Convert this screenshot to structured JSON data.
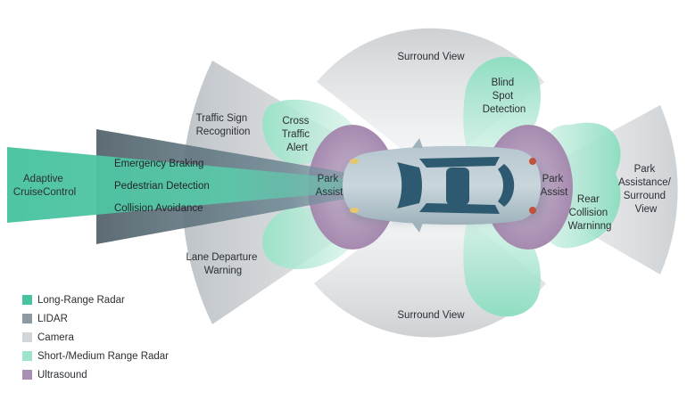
{
  "colors": {
    "long_range_radar": "#48c2a0",
    "lidar": "#5f6f78",
    "camera": "#c9ccd0",
    "short_medium_radar": "#9ee3cb",
    "ultrasound": "#a98fb3",
    "car_body": "#9fb3bd",
    "car_glass": "#2d5a70"
  },
  "labels": {
    "adaptive_cruise": [
      "Adaptive",
      "CruiseControl"
    ],
    "emergency_braking": "Emergency Braking",
    "pedestrian_detection": "Pedestrian Detection",
    "collision_avoidance": "Collision Avoidance",
    "traffic_sign": [
      "Traffic Sign",
      "Recognition"
    ],
    "cross_traffic": [
      "Cross",
      "Traffic",
      "Alert"
    ],
    "lane_departure": [
      "Lane Departure",
      "Warning"
    ],
    "surround_view_top": "Surround View",
    "surround_view_bottom": "Surround View",
    "blind_spot": [
      "Blind",
      "Spot",
      "Detection"
    ],
    "park_assist_front": [
      "Park",
      "Assist"
    ],
    "park_assist_rear": [
      "Park",
      "Assist"
    ],
    "rear_collision": [
      "Rear",
      "Collision",
      "Warninng"
    ],
    "park_assistance_surround": [
      "Park",
      "Assistance/",
      "Surround",
      "View"
    ]
  },
  "legend": [
    {
      "label": "Long-Range Radar",
      "color": "#48c2a0"
    },
    {
      "label": "LIDAR",
      "color": "#8e9aa2"
    },
    {
      "label": "Camera",
      "color": "#d3d6d9"
    },
    {
      "label": "Short-/Medium Range Radar",
      "color": "#9ee3cb"
    },
    {
      "label": "Ultrasound",
      "color": "#a98fb3"
    }
  ]
}
